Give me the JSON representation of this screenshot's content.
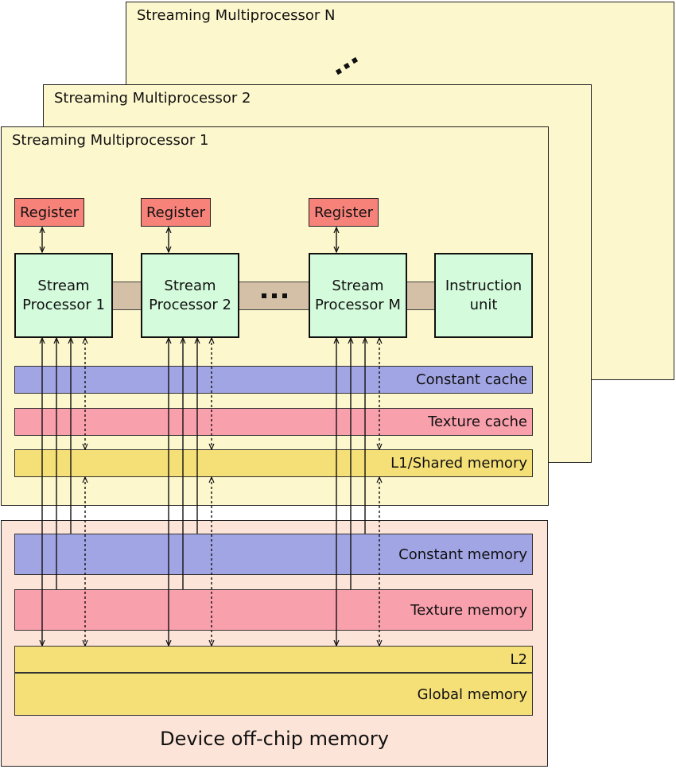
{
  "sm_n": {
    "title": "Streaming Multiprocessor N"
  },
  "sm_2": {
    "title": "Streaming Multiprocessor 2"
  },
  "sm_1": {
    "title": "Streaming Multiprocessor 1",
    "registers": [
      "Register",
      "Register",
      "Register"
    ],
    "processors": [
      {
        "line1": "Stream",
        "line2": "Processor 1"
      },
      {
        "line1": "Stream",
        "line2": "Processor 2"
      },
      {
        "line1": "Stream",
        "line2": "Processor M"
      }
    ],
    "instruction_unit": {
      "line1": "Instruction",
      "line2": "unit"
    },
    "constant_cache": "Constant cache",
    "texture_cache": "Texture cache",
    "l1_shared": "L1/Shared memory"
  },
  "device": {
    "title": "Device off-chip memory",
    "constant_memory": "Constant memory",
    "texture_memory": "Texture memory",
    "l2": "L2",
    "global_memory": "Global memory"
  },
  "colors": {
    "sm_fill": "#fdf7cd",
    "register": "#f7827a",
    "processor": "#d4fbdc",
    "bus": "#d3c0a6",
    "constant": "#a2a5e4",
    "texture": "#f9a0ad",
    "l1_l2_global": "#f5df77",
    "device_fill": "#fde4d8"
  }
}
